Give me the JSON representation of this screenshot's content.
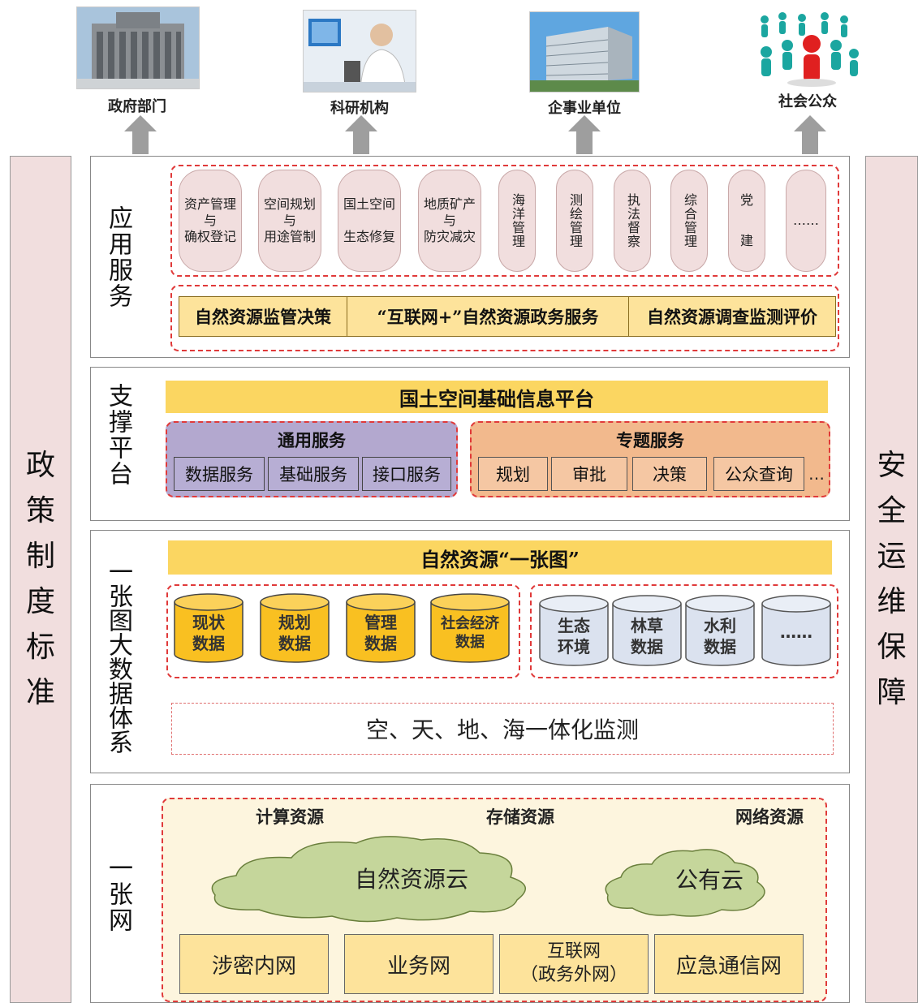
{
  "consumers": [
    {
      "label": "政府部门",
      "icon": "government-building-image"
    },
    {
      "label": "科研机构",
      "icon": "research-lab-image"
    },
    {
      "label": "企事业单位",
      "icon": "office-building-image"
    },
    {
      "label": "社会公众",
      "icon": "public-people-image"
    }
  ],
  "left_pillar": {
    "chars": [
      "政",
      "策",
      "制",
      "度",
      "标",
      "准"
    ]
  },
  "right_pillar": {
    "chars": [
      "安",
      "全",
      "运",
      "维",
      "保",
      "障"
    ]
  },
  "application_layer": {
    "title": "应用服务",
    "pills": [
      {
        "lines": [
          "资产管理",
          "与",
          "确权登记"
        ]
      },
      {
        "lines": [
          "空间规划",
          "与",
          "用途管制"
        ]
      },
      {
        "lines": [
          "国土空间",
          "",
          "生态修复"
        ]
      },
      {
        "lines": [
          "地质矿产",
          "与",
          "防灾减灾"
        ]
      },
      {
        "text": "海洋管理"
      },
      {
        "text": "测绘管理"
      },
      {
        "text": "执法督察"
      },
      {
        "text": "综合管理"
      },
      {
        "lines": [
          "党",
          "",
          "建"
        ]
      },
      {
        "lines": [
          "……"
        ]
      }
    ],
    "bar_items": [
      "自然资源监管决策",
      "“互联网+”自然资源政务服务",
      "自然资源调查监测评价"
    ]
  },
  "support_layer": {
    "title": "支撑平台",
    "platform": "国土空间基础信息平台",
    "general": {
      "title": "通用服务",
      "items": [
        "数据服务",
        "基础服务",
        "接口服务"
      ]
    },
    "thematic": {
      "title": "专题服务",
      "items": [
        "规划",
        "审批",
        "决策",
        "公众查询"
      ],
      "more": "…"
    }
  },
  "data_layer": {
    "title": "一张图大数据体系",
    "map_title": "自然资源“一张图”",
    "yellow_cylinders": [
      {
        "lines": [
          "现状",
          "数据"
        ]
      },
      {
        "lines": [
          "规划",
          "数据"
        ]
      },
      {
        "lines": [
          "管理",
          "数据"
        ]
      },
      {
        "lines": [
          "社会经济",
          "数据"
        ]
      }
    ],
    "gray_cylinders": [
      {
        "lines": [
          "生态",
          "环境"
        ]
      },
      {
        "lines": [
          "林草",
          "数据"
        ]
      },
      {
        "lines": [
          "水利",
          "数据"
        ]
      },
      {
        "lines": [
          "……"
        ]
      }
    ],
    "monitoring": "空、天、地、海一体化监测"
  },
  "network_layer": {
    "title": "一张网",
    "resources": [
      "计算资源",
      "存储资源",
      "网络资源"
    ],
    "clouds": [
      "自然资源云",
      "公有云"
    ],
    "networks": [
      {
        "lines": [
          "涉密内网"
        ]
      },
      {
        "lines": [
          "业务网"
        ]
      },
      {
        "lines": [
          "互联网",
          "（政务外网）"
        ]
      },
      {
        "lines": [
          "应急通信网"
        ]
      }
    ]
  },
  "colors": {
    "pillar": "#f1dede",
    "red_dash": "#e03a3a",
    "gold": "#fbd661",
    "light_yellow": "#fde39b",
    "purple": "#b3a8cf",
    "orange": "#f2b98d",
    "cloud": "#c5d69b",
    "cylinder_yellow": "#f9c021",
    "cylinder_gray": "#dbe2ef"
  }
}
